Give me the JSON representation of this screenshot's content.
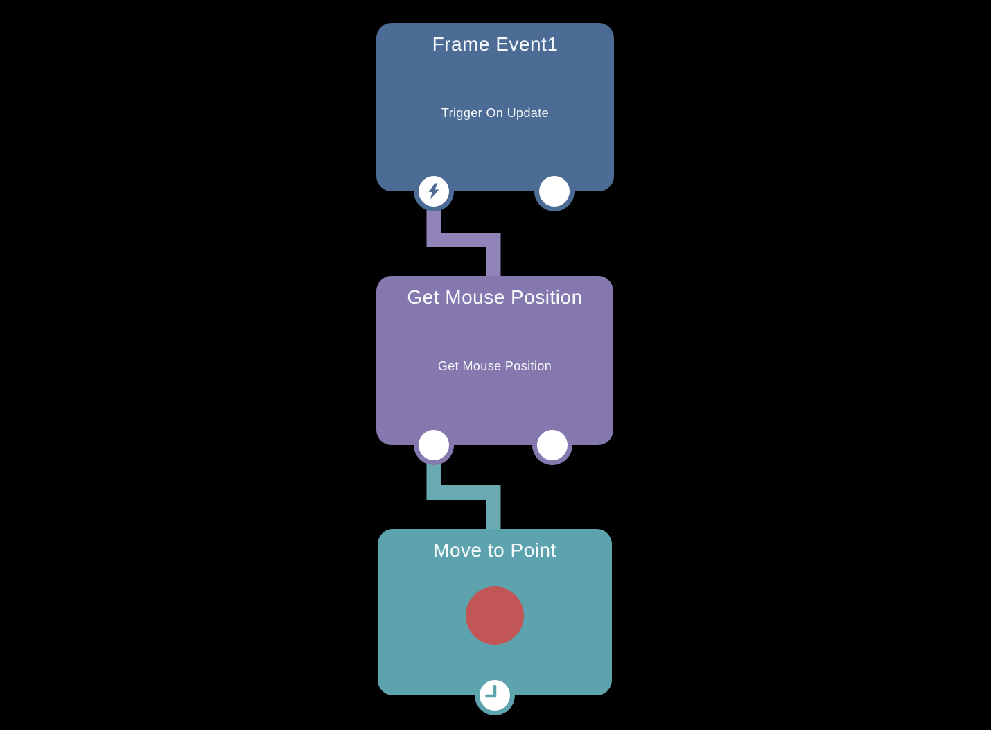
{
  "app": {
    "background": "#000000",
    "text_color": "#F7FAFC"
  },
  "nodes": [
    {
      "title": "Frame Event1",
      "subtitle": "Trigger On Update",
      "color": "#4C6C95",
      "ports": [
        {
          "icon": "lightning-bolt",
          "label": "trigger-output"
        },
        {
          "icon": "none",
          "label": "output"
        }
      ]
    },
    {
      "title": "Get Mouse Position",
      "subtitle": "Get Mouse Position",
      "color": "#8478AF",
      "ports": [
        {
          "icon": "none",
          "label": "output-left"
        },
        {
          "icon": "none",
          "label": "output-right"
        }
      ]
    },
    {
      "title": "Move to Point",
      "color": "#5CA3AD",
      "indicator_color": "#C25556",
      "ports": [
        {
          "icon": "clock",
          "label": "timed-output"
        }
      ]
    }
  ],
  "connectors": [
    {
      "from": "Frame Event1",
      "to": "Get Mouse Position",
      "color": "#9184B9"
    },
    {
      "from": "Get Mouse Position",
      "to": "Move to Point",
      "color": "#68A9B2"
    }
  ]
}
